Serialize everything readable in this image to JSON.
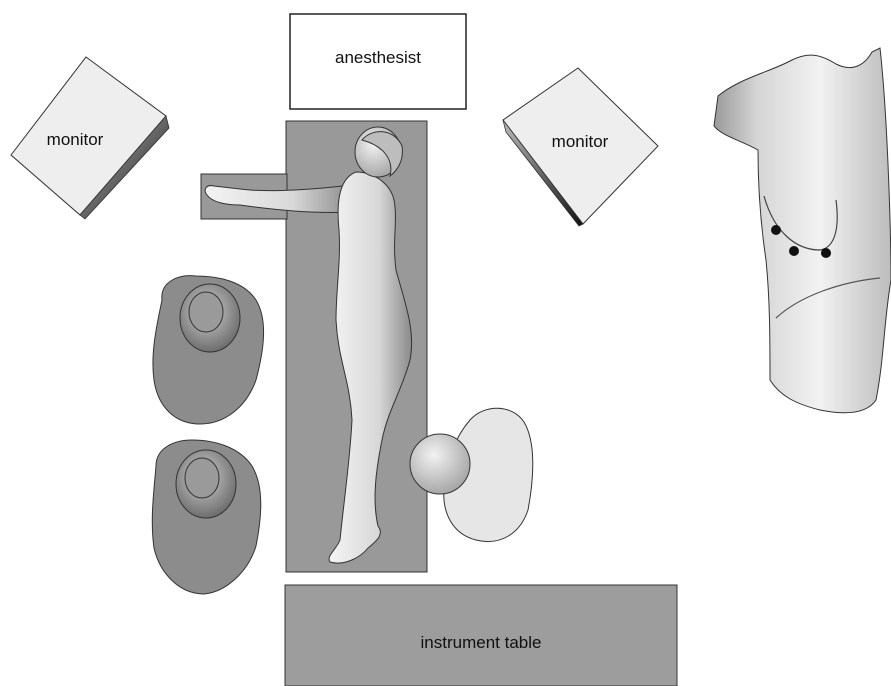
{
  "labels": {
    "anesthesist": "anesthesist",
    "monitor_left": "monitor",
    "monitor_right": "monitor",
    "instrument_table": "instrument table"
  },
  "colors": {
    "table_gray": "#9a9a9a",
    "instrument_table_gray": "#9d9d9d",
    "figure_light": "#dcdcdc",
    "figure_shadow": "#7a7a7a",
    "outline": "#222222",
    "port_dot": "#111111"
  },
  "trocar_ports": {
    "count": 3
  }
}
